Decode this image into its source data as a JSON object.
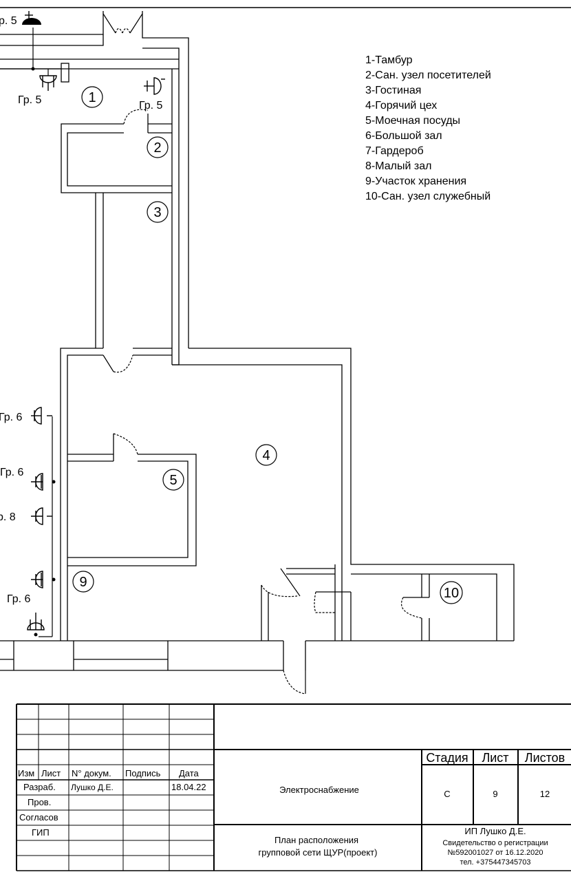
{
  "legend": [
    "1-Тамбур",
    "2-Сан. узел посетителей",
    "3-Гостиная",
    "4-Горячий цех",
    "5-Моечная посуды",
    "6-Большой зал",
    "7-Гардероб",
    "8-Малый зал",
    "9-Участок хранения",
    "10-Сан. узел служебный"
  ],
  "room_numbers": {
    "r1": "1",
    "r2": "2",
    "r3": "3",
    "r4": "4",
    "r5": "5",
    "r9": "9",
    "r10": "10"
  },
  "group_labels": {
    "top_left": "р. 5",
    "room1_left": "Гр. 5",
    "room1_right": "Гр. 5",
    "wall_a": "Гр. 6",
    "wall_b": "Гр. 6",
    "wall_c": "р. 8",
    "wall_d": "Гр. 6"
  },
  "title_block": {
    "col_headers": [
      "Изм",
      "Лист",
      "N° докум.",
      "Подпись",
      "Дата"
    ],
    "roles": [
      "Разраб.",
      "Пров.",
      "Согласов",
      "ГИП"
    ],
    "developer": "Лушко Д.Е.",
    "date": "18.04.22",
    "project": "Электроснабжение",
    "drawing_title_1": "План расположения",
    "drawing_title_2": "групповой сети ЩУР(проект)",
    "stage_header": "Стадия",
    "sheet_header": "Лист",
    "sheets_header": "Листов",
    "stage": "С",
    "sheet": "9",
    "sheets": "12",
    "org_1": "ИП Лушко Д.Е.",
    "org_2": "Свидетельство о регистрации",
    "org_3": "№592001027 от 16.12.2020",
    "org_4": "тел. +375447345703"
  }
}
